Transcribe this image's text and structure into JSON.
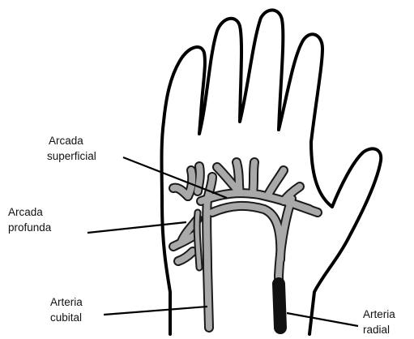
{
  "labels": {
    "arcada_superficial": [
      "Arcada",
      "superficial"
    ],
    "arcada_profunda": [
      "Arcada",
      "profunda"
    ],
    "arteria_cubital": [
      "Arteria",
      "cubital"
    ],
    "arteria_radial": [
      "Arteria",
      "radial"
    ]
  },
  "colors": {
    "outline": "#000000",
    "vessel_fill": "#a9a9a9",
    "vessel_stroke": "#1a1a1a",
    "radial_dark": "#111111",
    "text": "#111111"
  }
}
